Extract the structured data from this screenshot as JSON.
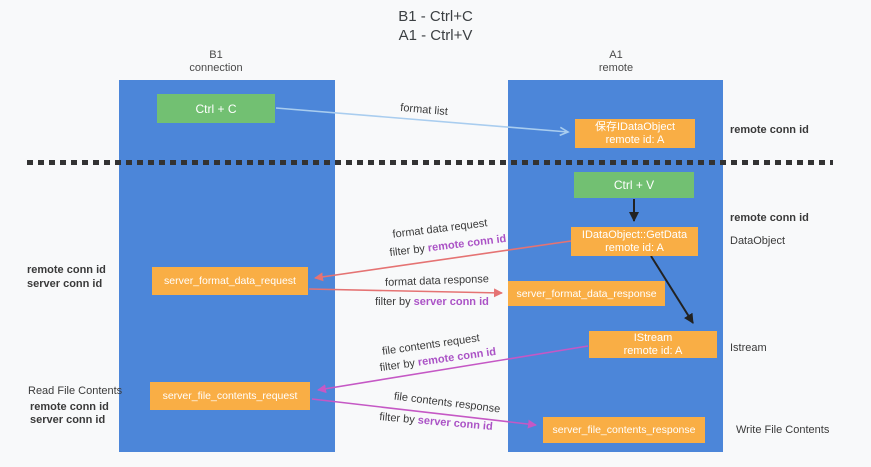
{
  "title": {
    "line1": "B1 - Ctrl+C",
    "line2": "A1 - Ctrl+V"
  },
  "lifelines": {
    "b1": {
      "name": "B1",
      "role": "connection"
    },
    "a1": {
      "name": "A1",
      "role": "remote"
    }
  },
  "nodes": {
    "ctrl_c": {
      "label": "Ctrl + C"
    },
    "ctrl_v": {
      "label": "Ctrl + V"
    },
    "save_dataobject": {
      "line1": "保存IDataObject",
      "line2": "remote id: A"
    },
    "getdata": {
      "line1": "IDataObject::GetData",
      "line2": "remote id: A"
    },
    "istream": {
      "line1": "IStream",
      "line2": "remote id: A"
    },
    "format_request": {
      "label": "server_format_data_request"
    },
    "format_response": {
      "label": "server_format_data_response"
    },
    "file_request": {
      "label": "server_file_contents_request"
    },
    "file_response": {
      "label": "server_file_contents_response"
    }
  },
  "arrow_labels": {
    "format_list": "format list",
    "format_data_request": "format data request",
    "format_data_response": "format data response",
    "file_contents_request": "file contents request",
    "file_contents_response": "file contents response",
    "filter_by": "filter by",
    "remote_conn_id": "remote conn id",
    "server_conn_id": "server conn id"
  },
  "side_labels": {
    "remote_conn_id": "remote conn id",
    "server_conn_id": "server conn id",
    "dataobject": "DataObject",
    "istream": "Istream",
    "read_file_contents": "Read File Contents",
    "write_file_contents": "Write File Contents"
  },
  "colors": {
    "lifeline_blue": "#4c86d9",
    "action_green": "#72c072",
    "message_orange": "#f9ae45",
    "remote_purple": "#ab53c6",
    "server_green": "#4caf50",
    "arrow_red": "#e57373",
    "arrow_magenta": "#c558c5",
    "arrow_lightblue": "#a9cdef",
    "arrow_black": "#222222",
    "background": "#f8f9fa"
  }
}
